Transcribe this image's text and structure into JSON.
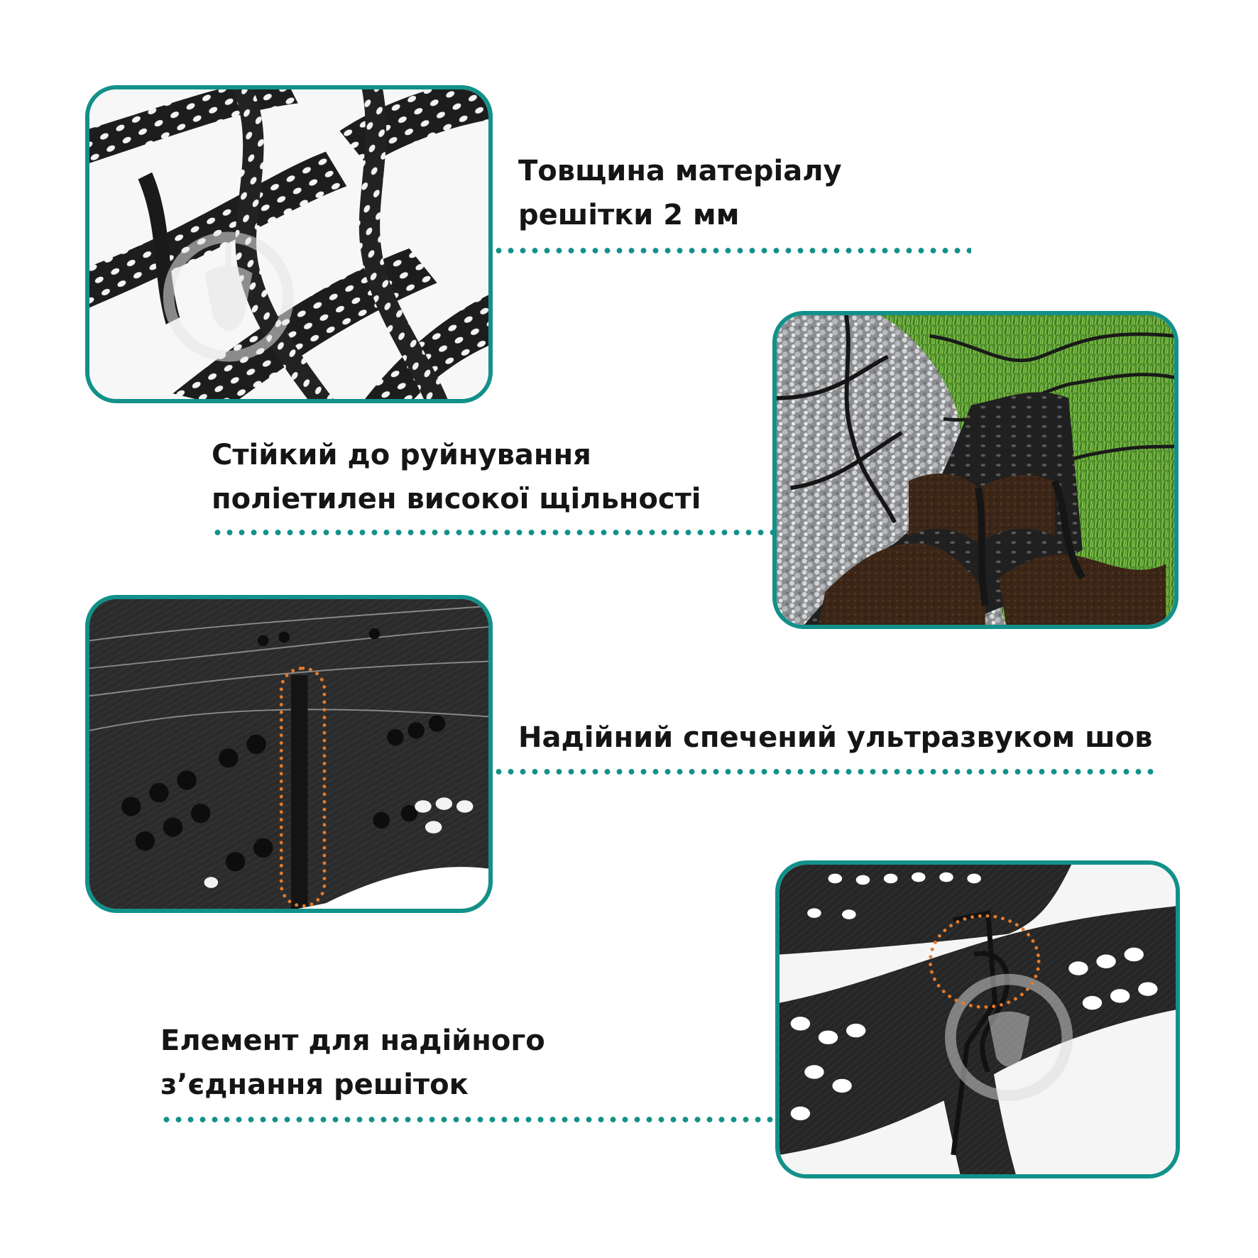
{
  "features": [
    {
      "lines": [
        "Товщина матеріалу",
        "решітки 2 мм"
      ]
    },
    {
      "lines": [
        "Стійкий до руйнування",
        "поліетилен високої щільності"
      ]
    },
    {
      "lines": [
        "Надійний спечений ультразвуком шов"
      ]
    },
    {
      "lines": [
        "Елемент для надійного",
        "з’єднання решіток"
      ]
    }
  ],
  "colors": {
    "frame_border": "#12918a",
    "dotted_line": "#12918a",
    "highlight_marker": "#e57a2a",
    "text": "#151515"
  },
  "icons": [
    "watermark-logo-icon"
  ]
}
